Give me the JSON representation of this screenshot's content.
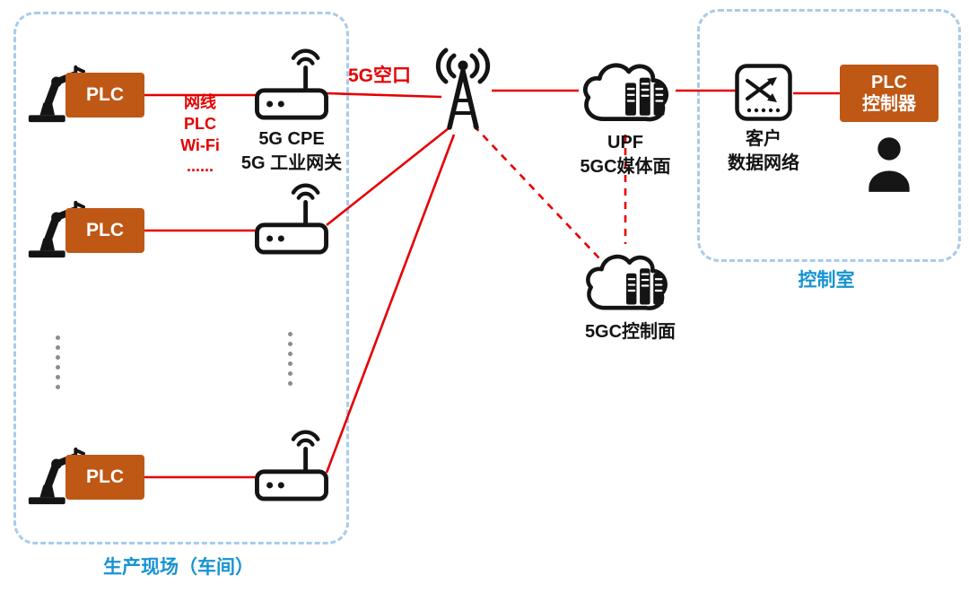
{
  "colors": {
    "connection_red": "#E60000",
    "plc_box_orange": "#BF5715",
    "zone_label_blue": "#1793D3",
    "zone_border_blue": "#A8CCEA",
    "icon_black": "#141414",
    "ellipsis_gray": "#8C8C8C"
  },
  "icons": {
    "robot-arm-icon": "industrial robot arm",
    "cpe-router-icon": "5G CPE wireless gateway",
    "base-station-icon": "5G base station antenna",
    "cloud-server-icon": "core network cloud with servers",
    "network-switch-icon": "customer data network switch",
    "operator-icon": "control room operator",
    "vertical-ellipsis": "more devices indicator"
  },
  "production_zone": {
    "zone_label": "生产现场（车间）",
    "plc_rows": [
      {
        "label": "PLC"
      },
      {
        "label": "PLC"
      },
      {
        "label": "PLC"
      }
    ],
    "access_media_label": "网线\nPLC\nWi-Fi\n......",
    "cpe_label": "5G CPE\n5G 工业网关"
  },
  "air_interface": {
    "label": "5G空口"
  },
  "core_network": {
    "upf_label": "UPF\n5GC媒体面",
    "control_plane_label": "5GC控制面"
  },
  "control_room": {
    "zone_label": "控制室",
    "customer_network_label": "客户\n数据网络",
    "plc_controller_label": "PLC\n控制器"
  }
}
